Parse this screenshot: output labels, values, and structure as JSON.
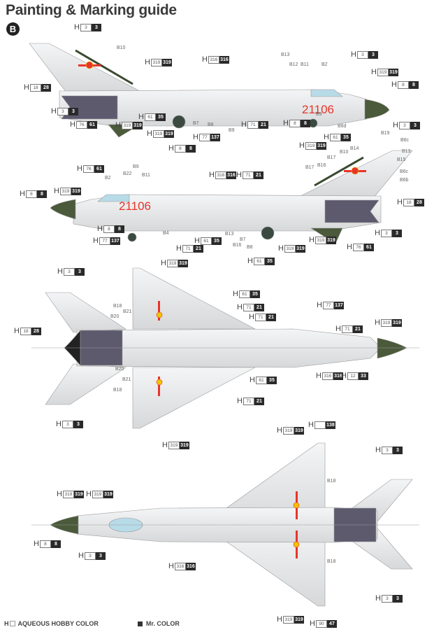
{
  "header": {
    "title": "Painting & Marking guide",
    "scheme_badge": "B"
  },
  "serial_number": "21106",
  "colors": {
    "fuselage": "#e6e7e8",
    "nose": "#4a5a3a",
    "exhaust": "#5e5a6e",
    "canopy": "#b8dbe8",
    "insignia_red": "#e8352a",
    "insignia_yellow": "#f2c200"
  },
  "views": [
    {
      "name": "left-side",
      "callouts": [
        {
          "h": "3",
          "mr": "3"
        },
        {
          "h": "319",
          "mr": "319"
        },
        {
          "h": "316",
          "mr": "316"
        },
        {
          "h": "3",
          "mr": "3"
        },
        {
          "h": "319",
          "mr": "319"
        },
        {
          "h": "18",
          "mr": "28"
        },
        {
          "h": "8",
          "mr": "8"
        },
        {
          "h": "3",
          "mr": "3"
        },
        {
          "h": "61",
          "mr": "35"
        },
        {
          "h": "76",
          "mr": "61"
        },
        {
          "h": "319",
          "mr": "319"
        },
        {
          "h": "71",
          "mr": "21"
        },
        {
          "h": "8",
          "mr": "8"
        },
        {
          "h": "61",
          "mr": "35"
        },
        {
          "h": "319",
          "mr": "319"
        },
        {
          "h": "77",
          "mr": "137"
        },
        {
          "h": "319",
          "mr": "319"
        },
        {
          "h": "8",
          "mr": "8"
        }
      ],
      "parts": [
        "B10",
        "B13",
        "B12",
        "B11",
        "B2",
        "B7",
        "B8",
        "B9",
        "B9",
        "B6d"
      ]
    },
    {
      "name": "right-side",
      "callouts": [
        {
          "h": "3",
          "mr": "3"
        },
        {
          "h": "76",
          "mr": "61"
        },
        {
          "h": "316",
          "mr": "316"
        },
        {
          "h": "71",
          "mr": "21"
        },
        {
          "h": "8",
          "mr": "8"
        },
        {
          "h": "319",
          "mr": "319"
        },
        {
          "h": "18",
          "mr": "28"
        },
        {
          "h": "8",
          "mr": "8"
        },
        {
          "h": "77",
          "mr": "137"
        },
        {
          "h": "61",
          "mr": "35"
        },
        {
          "h": "71",
          "mr": "21"
        },
        {
          "h": "319",
          "mr": "319"
        },
        {
          "h": "61",
          "mr": "35"
        },
        {
          "h": "319",
          "mr": "319"
        },
        {
          "h": "76",
          "mr": "61"
        },
        {
          "h": "3",
          "mr": "3"
        }
      ],
      "parts": [
        "B19",
        "B6c",
        "B14",
        "B10",
        "B13",
        "B17",
        "B15",
        "B9",
        "B22",
        "B11",
        "B2",
        "B17",
        "B16",
        "B6c",
        "B6b",
        "B4",
        "B13",
        "B16",
        "B7",
        "B8"
      ]
    },
    {
      "name": "underside",
      "callouts": [
        {
          "h": "319",
          "mr": "319"
        },
        {
          "h": "3",
          "mr": "3"
        },
        {
          "h": "61",
          "mr": "35"
        },
        {
          "h": "71",
          "mr": "21"
        },
        {
          "h": "71",
          "mr": "21"
        },
        {
          "h": "77",
          "mr": "137"
        },
        {
          "h": "319",
          "mr": "319"
        },
        {
          "h": "71",
          "mr": "21"
        },
        {
          "h": "18",
          "mr": "28"
        },
        {
          "h": "61",
          "mr": "35"
        },
        {
          "h": "316",
          "mr": "316"
        },
        {
          "h": "12",
          "mr": "33"
        },
        {
          "h": "71",
          "mr": "21"
        },
        {
          "h": "3",
          "mr": "3"
        },
        {
          "h": "319",
          "mr": "319"
        }
      ],
      "parts": [
        "B18",
        "B21",
        "B20",
        "B20",
        "B21",
        "B18"
      ]
    },
    {
      "name": "top",
      "callouts": [
        {
          "h": "319",
          "mr": "319"
        },
        {
          "h": "",
          "mr": "138"
        },
        {
          "h": "3",
          "mr": "3"
        },
        {
          "h": "319",
          "mr": "319"
        },
        {
          "h": "319",
          "mr": "319"
        },
        {
          "h": "8",
          "mr": "8"
        },
        {
          "h": "3",
          "mr": "3"
        },
        {
          "h": "316",
          "mr": "316"
        },
        {
          "h": "3",
          "mr": "3"
        },
        {
          "h": "319",
          "mr": "319"
        },
        {
          "h": "90",
          "mr": "47"
        }
      ],
      "parts": [
        "B18",
        "B18"
      ]
    }
  ],
  "legend": {
    "h_prefix": "H",
    "aqueous_label": "AQUEOUS HOBBY COLOR",
    "mr_label": "Mr. COLOR"
  }
}
